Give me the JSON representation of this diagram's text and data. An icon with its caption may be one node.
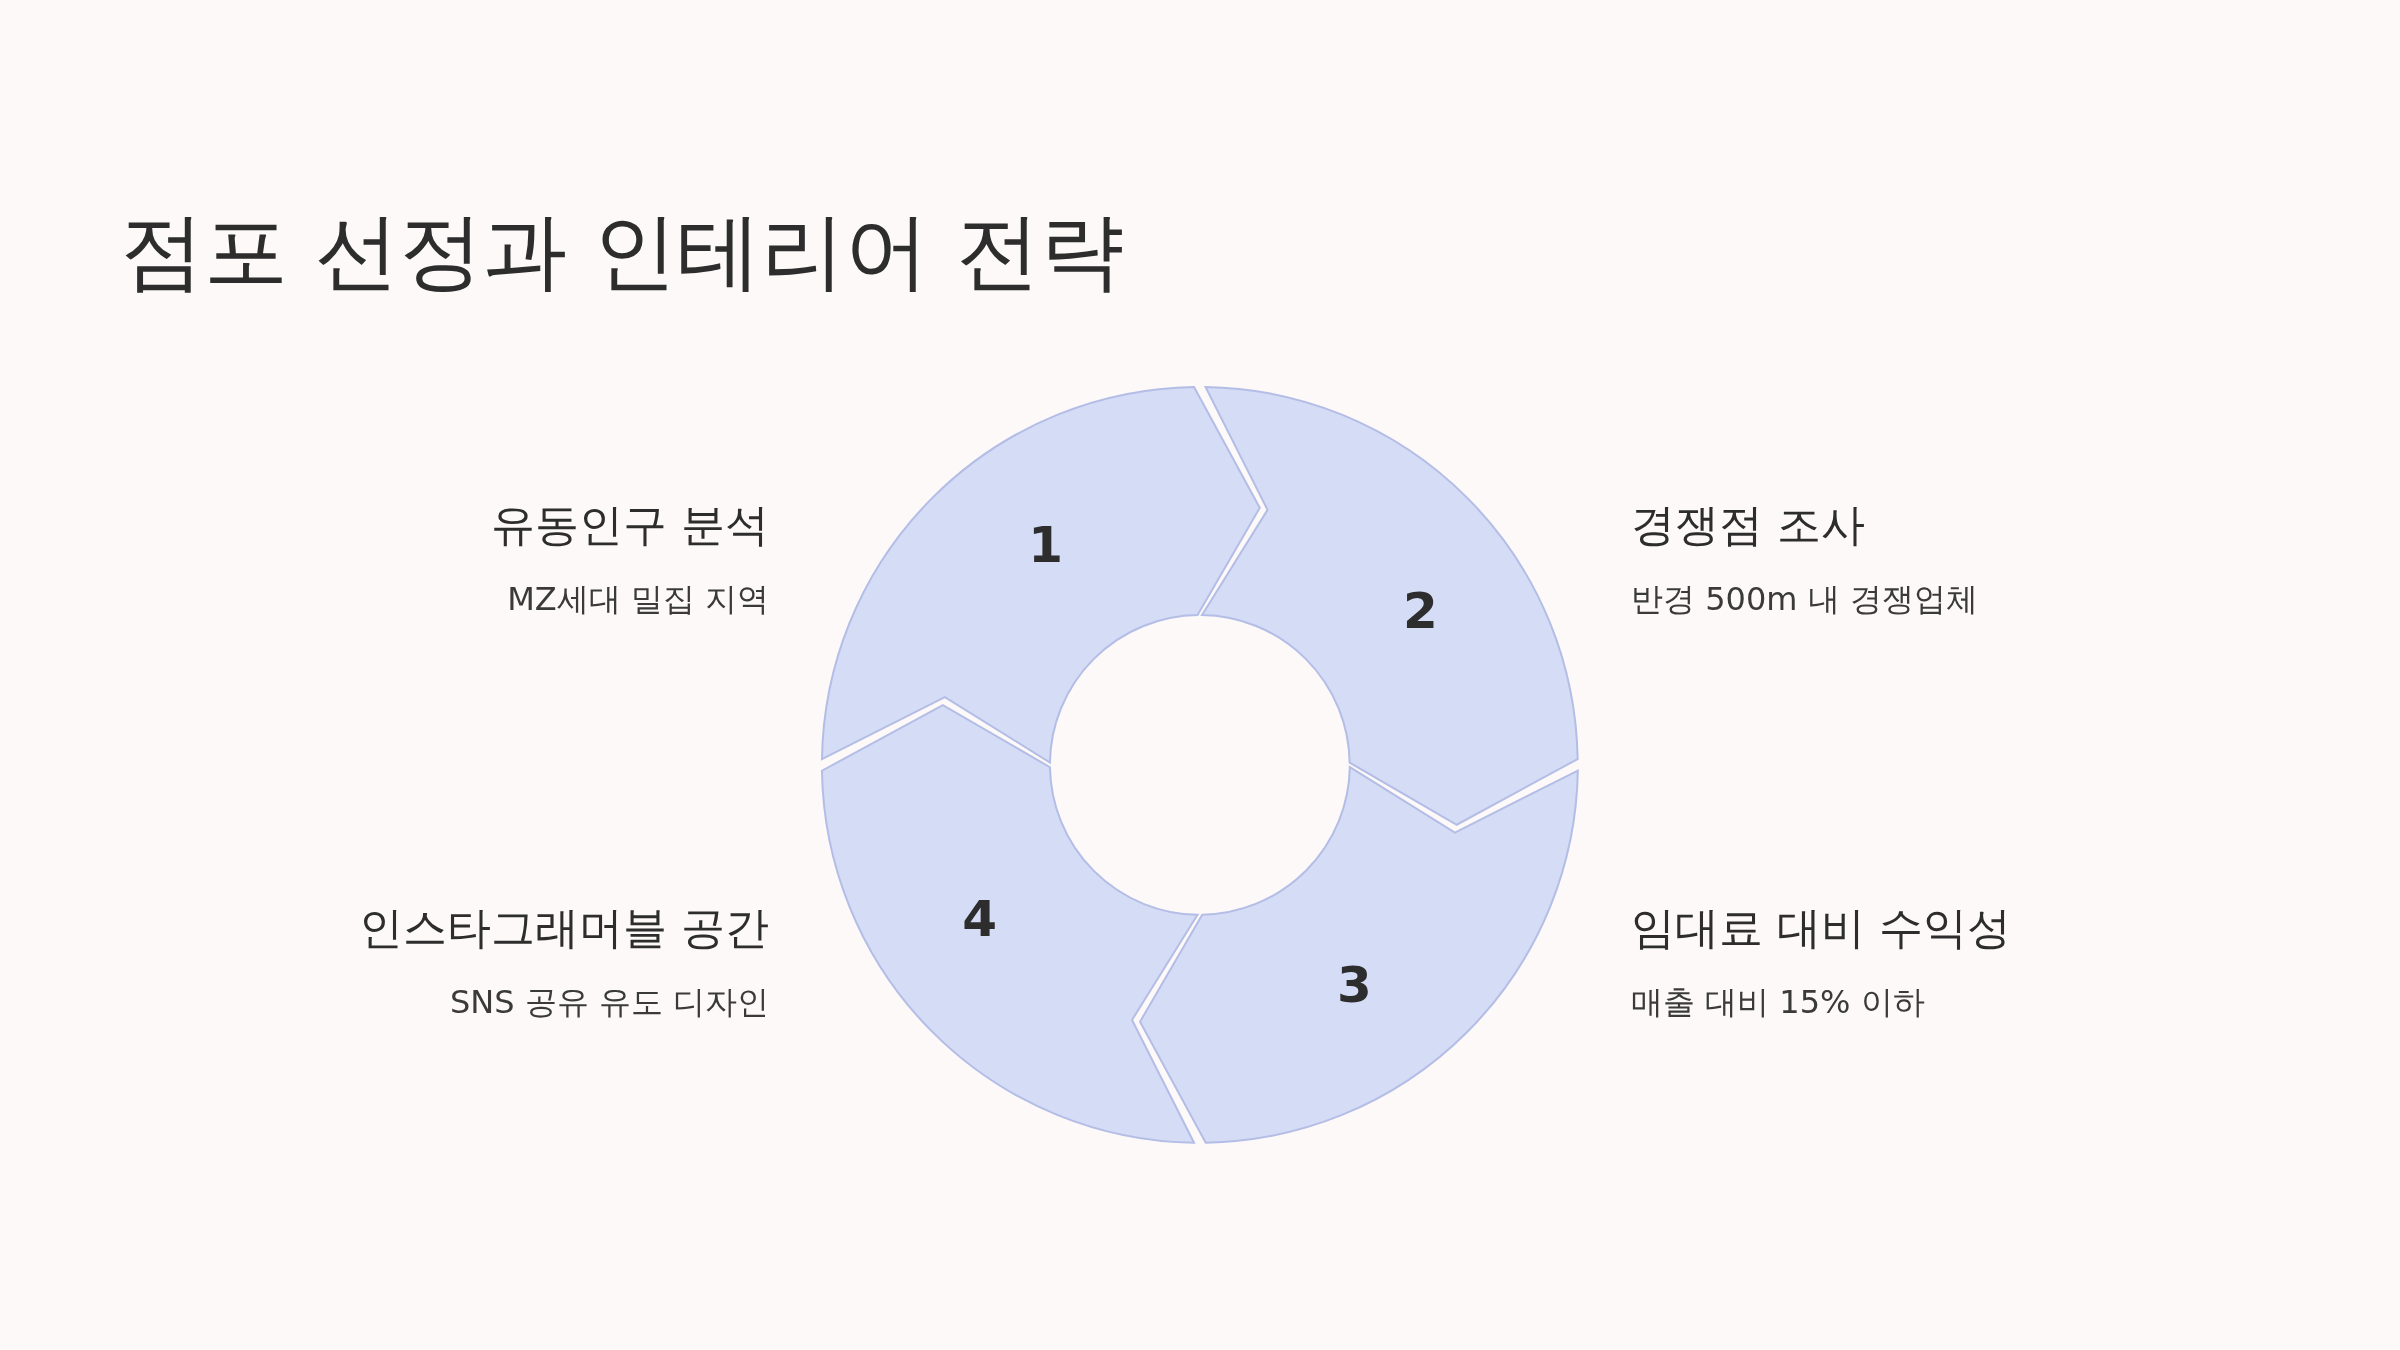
{
  "diagram": {
    "title": "점포 선정과 인테리어 전략",
    "nodes": [
      {
        "text": [
          "1"
        ],
        "beside": [
          "유동인구 분석",
          "MZ세대 밀집 지역"
        ]
      },
      {
        "text": [
          "2"
        ],
        "beside": [
          "경쟁점 조사",
          "반경 500m 내 경쟁업체"
        ]
      },
      {
        "text": [
          "3"
        ],
        "beside": [
          "임대료 대비 수익성",
          "매출 대비 15% 이하"
        ]
      },
      {
        "text": [
          "4"
        ],
        "beside": [
          "인스타그래머블 공간",
          "SNS 공유 유도 디자인"
        ]
      }
    ]
  }
}
